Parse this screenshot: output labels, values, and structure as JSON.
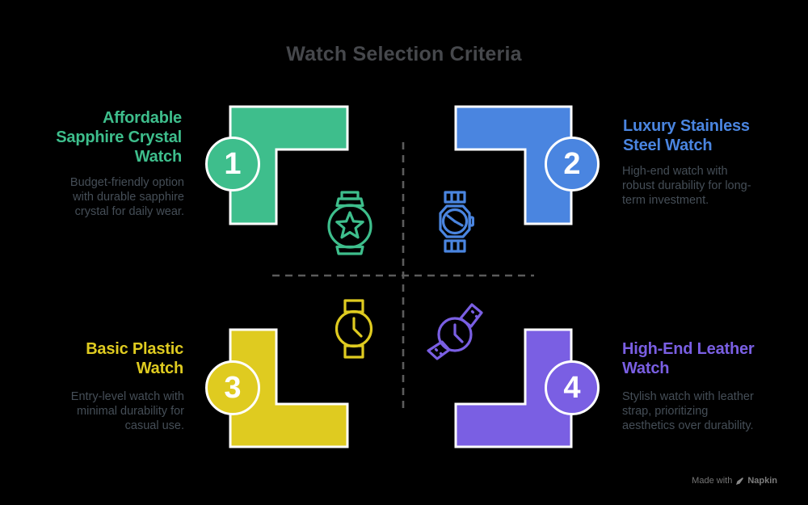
{
  "title": "Watch Selection Criteria",
  "watermark": {
    "made_with": "Made with",
    "brand": "Napkin"
  },
  "colors": {
    "background": "#000000",
    "title_text": "#46484C",
    "body_text": "#454E57",
    "divider": "#5B5B5B",
    "circle_stroke": "#FFFFFF",
    "green": "#3EBE8C",
    "blue": "#4A85E0",
    "yellow": "#DFCB20",
    "purple": "#7A5FE3"
  },
  "quadrants": [
    {
      "number": "1",
      "accent": "#3EBE8C",
      "icon": "star-watch-icon",
      "title": "Affordable Sapphire Crystal Watch",
      "title_lines": [
        "Affordable",
        "Sapphire Crystal",
        "Watch"
      ],
      "description": "Budget-friendly option with durable sapphire crystal for daily wear.",
      "description_lines": [
        "Budget-friendly option",
        "with durable sapphire",
        "crystal for daily wear."
      ]
    },
    {
      "number": "2",
      "accent": "#4A85E0",
      "icon": "steel-bracelet-watch-icon",
      "title": "Luxury Stainless Steel Watch",
      "title_lines": [
        "Luxury Stainless",
        "Steel Watch"
      ],
      "description": "High-end watch with robust durability for long-term investment.",
      "description_lines": [
        "High-end watch with",
        "robust durability for long-",
        "term investment."
      ]
    },
    {
      "number": "3",
      "accent": "#DFCB20",
      "icon": "plastic-watch-icon",
      "title": "Basic Plastic Watch",
      "title_lines": [
        "Basic Plastic",
        "Watch"
      ],
      "description": "Entry-level watch with minimal durability for casual use.",
      "description_lines": [
        "Entry-level watch with",
        "minimal durability for",
        "casual use."
      ]
    },
    {
      "number": "4",
      "accent": "#7A5FE3",
      "icon": "leather-strap-watch-icon",
      "title": "High-End Leather Watch",
      "title_lines": [
        "High-End Leather",
        "Watch"
      ],
      "description": "Stylish watch with leather strap, prioritizing aesthetics over durability.",
      "description_lines": [
        "Stylish watch with leather",
        "strap, prioritizing",
        "aesthetics over durability."
      ]
    }
  ]
}
